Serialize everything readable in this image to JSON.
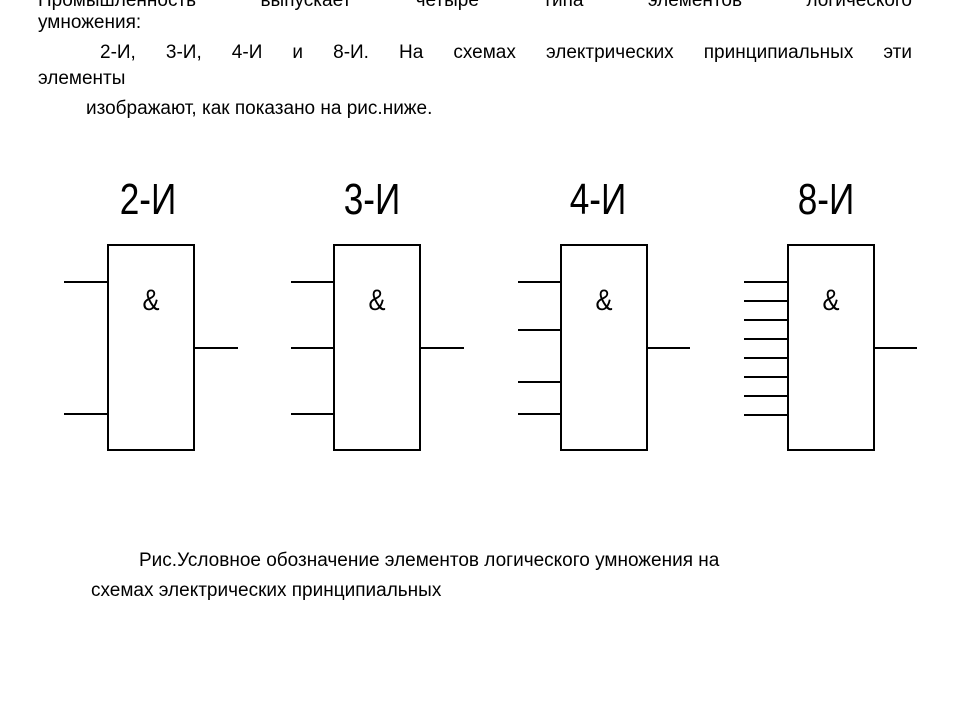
{
  "text": {
    "line0": "Промышленность выпускает четыре типа элементов логического",
    "line1": "умножения:",
    "line2": "2-И, 3-И, 4-И и 8-И. На схемах электрических принципиальных эти",
    "line3": "элементы",
    "line4": "изображают, как показано на рис.ниже."
  },
  "gates": [
    {
      "label": "2-И",
      "symbol": "&",
      "inputs": 2
    },
    {
      "label": "3-И",
      "symbol": "&",
      "inputs": 3
    },
    {
      "label": "4-И",
      "symbol": "&",
      "inputs": 4
    },
    {
      "label": "8-И",
      "symbol": "&",
      "inputs": 8
    }
  ],
  "caption": {
    "line1": "Рис.Условное обозначение элементов логического умножения на",
    "line2": "схемах электрических принципиальных"
  }
}
